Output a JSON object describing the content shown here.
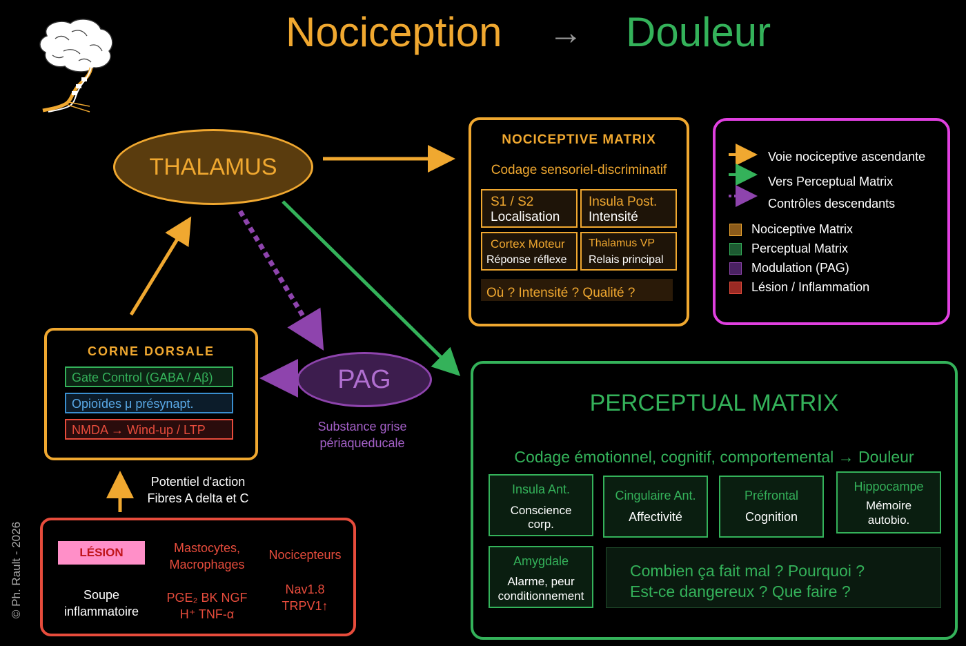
{
  "title": {
    "left": "Nociception",
    "arrow": "→",
    "right": "Douleur"
  },
  "colors": {
    "orange": "#f0a830",
    "green": "#34b25a",
    "purple": "#8e44ad",
    "red": "#e74c3c",
    "magenta": "#e040e0",
    "lesion_label_bg": "#ff8fc8"
  },
  "icons": {
    "brain": "brain-spinal-cord-icon"
  },
  "thalamus": {
    "label": "THALAMUS"
  },
  "pag": {
    "label": "PAG",
    "caption_line1": "Substance grise",
    "caption_line2": "périaqueducale"
  },
  "nociceptive_matrix": {
    "title": "NOCICEPTIVE MATRIX",
    "subtitle": "Codage sensoriel-discriminatif",
    "cells": [
      {
        "area": "S1 / S2",
        "role": "Localisation"
      },
      {
        "area": "Insula Post.",
        "role": "Intensité"
      },
      {
        "area": "Cortex Moteur",
        "role": "Réponse réflexe"
      },
      {
        "area": "Thalamus VP",
        "role": "Relais principal"
      }
    ],
    "question": "Où ? Intensité ?  Qualité ?"
  },
  "legend": {
    "arrows": [
      "Voie nociceptive ascendante",
      "Vers Perceptual Matrix",
      "Contrôles descendants"
    ],
    "swatches": [
      "Nociceptive Matrix",
      "Perceptual Matrix",
      "Modulation (PAG)",
      "Lésion / Inflammation"
    ]
  },
  "corne_dorsale": {
    "title": "CORNE DORSALE",
    "rows": [
      "Gate Control  (GABA / Aβ)",
      "Opioïdes μ présynapt.",
      "NMDA → Wind-up / LTP"
    ]
  },
  "action_potential": {
    "line1": "Potentiel d'action",
    "line2": "Fibres A delta et C"
  },
  "lesion": {
    "badge": "LÉSION",
    "soup_line1": "Soupe",
    "soup_line2": "inflammatoire",
    "cells_line1": "Mastocytes,",
    "cells_line2": "Macrophages",
    "mediators_line1": "PGE₂  BK  NGF",
    "mediators_line2": "H⁺  TNF-α",
    "nociceptors_title": "Nocicepteurs",
    "channels_line1": "Nav1.8",
    "channels_line2": "TRPV1↑"
  },
  "perceptual_matrix": {
    "title": "PERCEPTUAL MATRIX",
    "subtitle": "Codage émotionnel, cognitif, comportemental  → Douleur",
    "cells": [
      {
        "area": "Insula Ant.",
        "role": "Conscience corp."
      },
      {
        "area": "Cingulaire Ant.",
        "role": "Affectivité"
      },
      {
        "area": "Préfrontal",
        "role": "Cognition"
      },
      {
        "area": "Hippocampe",
        "role": "Mémoire autobio."
      },
      {
        "area": "Amygdale",
        "role": "Alarme, peur conditionnement"
      }
    ],
    "question_line1": "Combien ça fait mal ?  Pourquoi ?",
    "question_line2": "Est-ce dangereux ?  Que faire ?"
  },
  "copyright": "© Ph. Rault - 2026"
}
